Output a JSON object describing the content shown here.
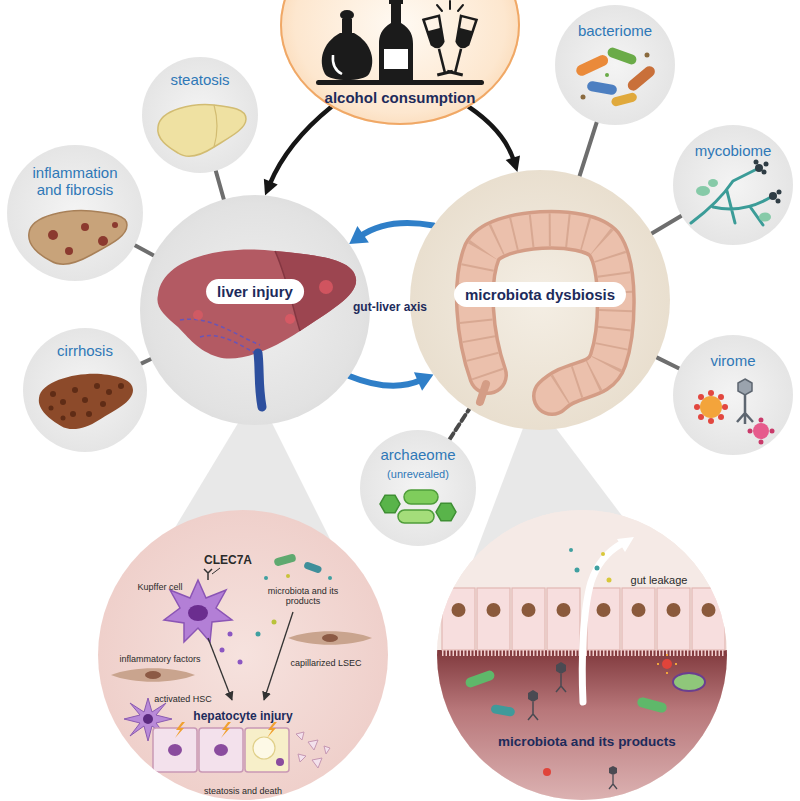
{
  "diagram": {
    "nodes": [
      {
        "text": [
          "alcohol consumption"
        ]
      },
      {
        "text": [
          "steatosis"
        ]
      },
      {
        "text": [
          "inflammation and fibrosis"
        ]
      },
      {
        "text": [
          "cirrhosis"
        ]
      },
      {
        "text": [
          "liver injury"
        ]
      },
      {
        "text": [
          "microbiota dysbiosis"
        ]
      },
      {
        "text": [
          "bacteriome"
        ]
      },
      {
        "text": [
          "mycobiome"
        ]
      },
      {
        "text": [
          "virome"
        ]
      },
      {
        "text": [
          "archaeome",
          "(unrevealed)"
        ]
      },
      {
        "text": [
          "CLEC7A",
          "Kupffer cell",
          "microbiota and its products",
          "inflammatory factors",
          "capillarized LSEC",
          "activated HSC",
          "hepatocyte injury",
          "steatosis and death"
        ]
      },
      {
        "text": [
          "gut leakage",
          "microbiota and its products"
        ]
      }
    ],
    "edges": [
      {
        "from": 0,
        "to": 4,
        "arrow": "to"
      },
      {
        "from": 0,
        "to": 5,
        "arrow": "to"
      },
      {
        "from": 5,
        "to": 4,
        "arrow": "to"
      },
      {
        "from": 4,
        "to": 5,
        "arrow": "to"
      },
      {
        "from": 1,
        "to": 4,
        "arrow": "none"
      },
      {
        "from": 2,
        "to": 4,
        "arrow": "none"
      },
      {
        "from": 3,
        "to": 4,
        "arrow": "none"
      },
      {
        "from": 6,
        "to": 5,
        "arrow": "none"
      },
      {
        "from": 7,
        "to": 5,
        "arrow": "none"
      },
      {
        "from": 8,
        "to": 5,
        "arrow": "none"
      },
      {
        "from": 9,
        "to": 5,
        "arrow": "none"
      }
    ],
    "labels": [
      "gut-liver axis"
    ]
  }
}
